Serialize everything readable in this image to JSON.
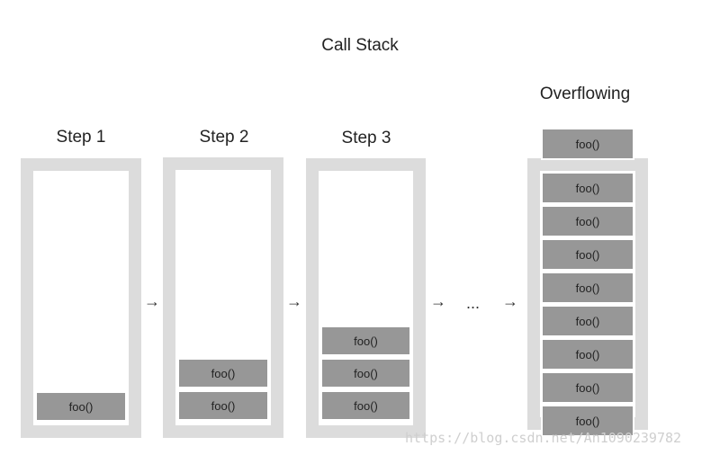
{
  "title": "Call Stack",
  "steps": [
    {
      "label": "Step 1",
      "frames": [
        "foo()"
      ]
    },
    {
      "label": "Step 2",
      "frames": [
        "foo()",
        "foo()"
      ]
    },
    {
      "label": "Step 3",
      "frames": [
        "foo()",
        "foo()",
        "foo()"
      ]
    },
    {
      "label": "Overflowing",
      "overflow_frame": "foo()",
      "frames": [
        "foo()",
        "foo()",
        "foo()",
        "foo()",
        "foo()",
        "foo()",
        "foo()",
        "foo()"
      ]
    }
  ],
  "connectors": {
    "arrow": "→",
    "ellipsis": "..."
  },
  "watermark": "https://blog.csdn.net/An1090239782",
  "colors": {
    "container_border": "#dcdcdc",
    "frame_fill": "#979797",
    "frame_border": "#ffffff"
  }
}
